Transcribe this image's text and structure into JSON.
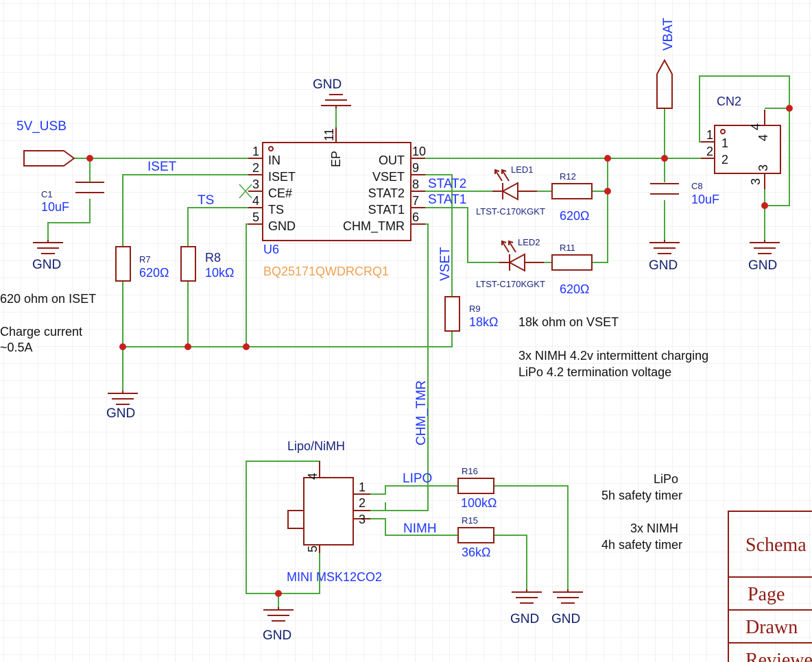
{
  "nets": {
    "usb": "5V_USB",
    "vbat": "VBAT",
    "iset": "ISET",
    "ts": "TS",
    "stat2": "STAT2",
    "stat1": "STAT1",
    "vset": "VSET",
    "chm_tmr": "CHM_TMR",
    "lipo": "LIPO",
    "nimh": "NIMH",
    "gnd": "GND"
  },
  "u6": {
    "ref": "U6",
    "part": "BQ25171QWDRCRQ1",
    "pins": [
      {
        "num": "1",
        "name": "IN"
      },
      {
        "num": "2",
        "name": "ISET"
      },
      {
        "num": "3",
        "name": "CE#"
      },
      {
        "num": "4",
        "name": "TS"
      },
      {
        "num": "5",
        "name": "GND"
      },
      {
        "num": "10",
        "name": "OUT"
      },
      {
        "num": "9",
        "name": "VSET"
      },
      {
        "num": "8",
        "name": "STAT2"
      },
      {
        "num": "7",
        "name": "STAT1"
      },
      {
        "num": "6",
        "name": "CHM_TMR"
      },
      {
        "num": "11",
        "name": "EP"
      }
    ]
  },
  "components": {
    "c1": {
      "ref": "C1",
      "value": "10uF"
    },
    "c8": {
      "ref": "C8",
      "value": "10uF"
    },
    "r7": {
      "ref": "R7",
      "value": "620Ω"
    },
    "r8": {
      "ref": "R8",
      "value": "10kΩ"
    },
    "r9": {
      "ref": "R9",
      "value": "18kΩ"
    },
    "r11": {
      "ref": "R11",
      "value": "620Ω"
    },
    "r12": {
      "ref": "R12",
      "value": "620Ω"
    },
    "r15": {
      "ref": "R15",
      "value": "36kΩ"
    },
    "r16": {
      "ref": "R16",
      "value": "100kΩ"
    },
    "led1": {
      "ref": "LED1",
      "part": "LTST-C170KGKT"
    },
    "led2": {
      "ref": "LED2",
      "part": "LTST-C170KGKT"
    },
    "cn2": {
      "ref": "CN2",
      "pins": [
        "1",
        "2",
        "4",
        "3"
      ]
    },
    "sw": {
      "label": "Lipo/NiMH",
      "part": "MINI MSK12CO2",
      "pins": [
        "4",
        "1",
        "2",
        "3",
        "5"
      ]
    }
  },
  "notes": {
    "iset_line1": "620 ohm on ISET",
    "iset_line2": "Charge current",
    "iset_line3": "~0.5A",
    "vset_line1": "18k ohm on VSET",
    "vset_line2": "3x NIMH 4.2v intermittent charging",
    "vset_line3": "LiPo 4.2 termination voltage",
    "lipo_line1": "LiPo",
    "lipo_line2": "5h safety timer",
    "nimh_line1": "3x NIMH",
    "nimh_line2": "4h safety timer"
  },
  "titleblock": {
    "schematic": "Schema",
    "page": "Page",
    "drawn": "Drawn",
    "reviewed": "Reviewe"
  }
}
